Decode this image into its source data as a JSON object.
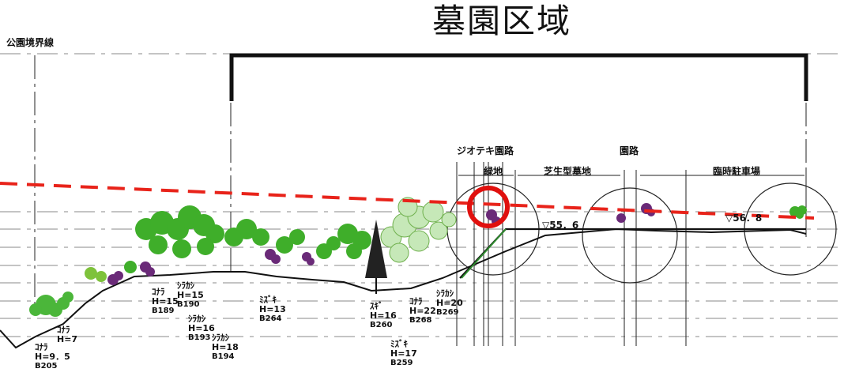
{
  "title": "墓園区域",
  "boundary_label": "公園境界線",
  "zones": {
    "jiotekki": "ジオテキ",
    "enro1": "園路",
    "ryokuchi": "緑地",
    "shiba": "芝生型墓地",
    "enro2": "園路",
    "parking": "臨時駐車場"
  },
  "elevations": {
    "e1": "▽55．6",
    "e2": "▽56．8"
  },
  "trees": [
    {
      "name": "ｺﾅﾗ",
      "h": "H=9．5",
      "id": "B205"
    },
    {
      "name": "ｺﾅﾗ",
      "h": "H=7",
      "id": ""
    },
    {
      "name": "ｺﾅﾗ",
      "h": "H=15",
      "id": "B189"
    },
    {
      "name": "ｼﾗｶｼ",
      "h": "H=15",
      "id": "B190"
    },
    {
      "name": "ｼﾗｶｼ",
      "h": "H=16",
      "id": "B193"
    },
    {
      "name": "ｼﾗｶｼ",
      "h": "H=18",
      "id": "B194"
    },
    {
      "name": "ﾐｽﾞｷ",
      "h": "H=13",
      "id": "B264"
    },
    {
      "name": "ｽｷﾞ",
      "h": "H=16",
      "id": "B260"
    },
    {
      "name": "ｺﾅﾗ",
      "h": "H=22",
      "id": "B268"
    },
    {
      "name": "ｼﾗｶｼ",
      "h": "H=20",
      "id": "B269"
    },
    {
      "name": "ﾐｽﾞｷ",
      "h": "H=17",
      "id": "B259"
    }
  ],
  "colors": {
    "line": "#111111",
    "dashed_red": "#e8231a",
    "highlight_circle": "#e0100e",
    "tree_green": "#3fae2a",
    "tree_purple": "#6a2a78"
  }
}
